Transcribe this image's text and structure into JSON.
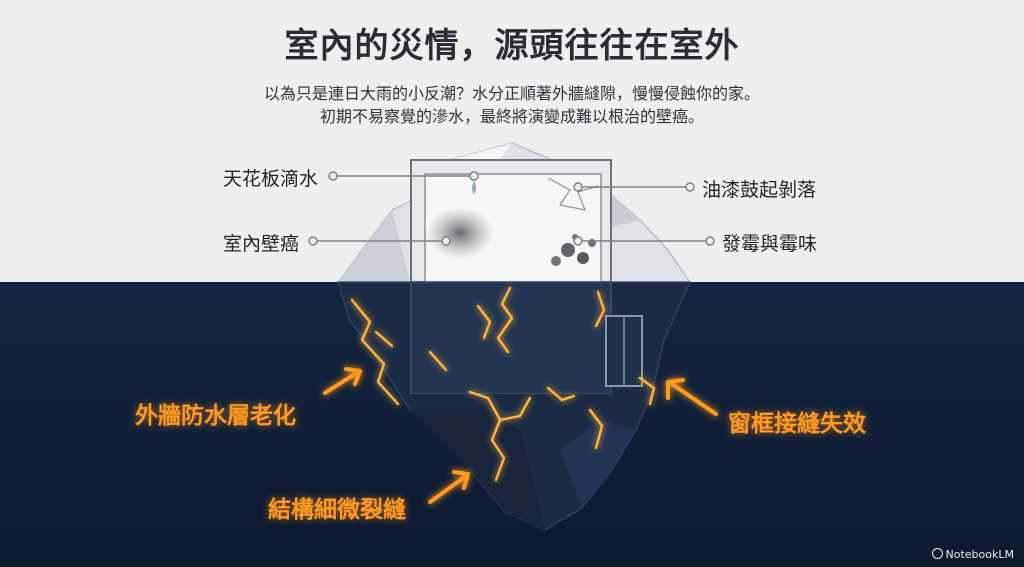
{
  "title": "室內的災情，源頭往往在室外",
  "subtitle_line1": "以為只是連日大雨的小反潮？水分正順著外牆縫隙，慢慢侵蝕你的家。",
  "subtitle_line2": "初期不易察覺的滲水，最終將演變成難以根治的壁癌。",
  "indoor_labels": {
    "ceiling_drip": "天花板滴水",
    "wall_efflorescence": "室內壁癌",
    "paint_peeling": "油漆鼓起剝落",
    "mold_smell": "發霉與霉味"
  },
  "hidden_causes": {
    "waterproof_aging": "外牆防水層老化",
    "window_seal_failure": "窗框接縫失效",
    "structural_cracks": "結構細微裂縫"
  },
  "brand": "NotebookLM",
  "colors": {
    "top_background": "#eef0f0",
    "bottom_background": "#0f1d33",
    "accent_orange": "#ff9a1e",
    "crack_glow": "#ffb43a"
  }
}
